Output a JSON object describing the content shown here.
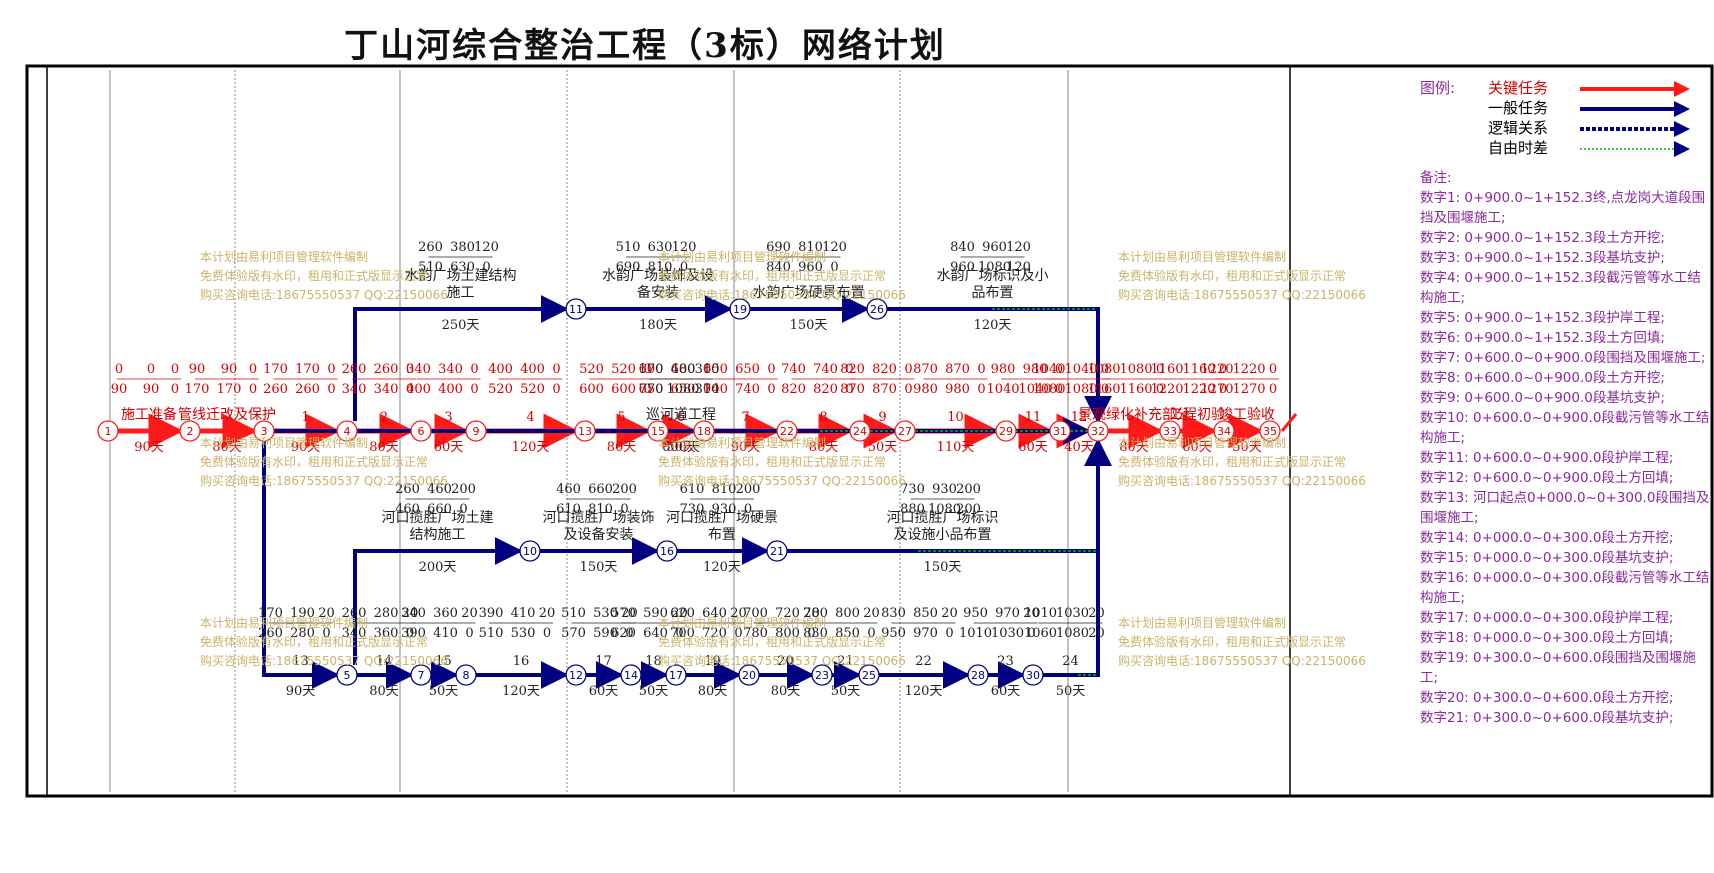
{
  "title": "丁山河综合整治工程（3标）网络计划",
  "legend": {
    "heading": "图例:",
    "items": [
      {
        "label": "关键任务",
        "color": "#ff1a1a"
      },
      {
        "label": "一般任务",
        "color": "#000080"
      },
      {
        "label": "逻辑关系",
        "color": "#000080"
      },
      {
        "label": "自由时差",
        "color": "#00bb00"
      }
    ]
  },
  "notes": {
    "heading": "备注:",
    "items": [
      "数字1: 0+900.0~1+152.3终,点龙岗大道段围挡及围堰施工;",
      "数字2: 0+900.0~1+152.3段土方开挖;",
      "数字3: 0+900.0~1+152.3段基坑支护;",
      "数字4: 0+900.0~1+152.3段截污管等水工结构施工;",
      "数字5: 0+900.0~1+152.3段护岸工程;",
      "数字6: 0+900.0~1+152.3段土方回填;",
      "数字7: 0+600.0~0+900.0段围挡及围堰施工;",
      "数字8: 0+600.0~0+900.0段土方开挖;",
      "数字9: 0+600.0~0+900.0段基坑支护;",
      "数字10: 0+600.0~0+900.0段截污管等水工结构施工;",
      "数字11: 0+600.0~0+900.0段护岸工程;",
      "数字12: 0+600.0~0+900.0段土方回填;",
      "数字13: 河口起点0+000.0~0+300.0段围挡及围堰施工;",
      "数字14: 0+000.0~0+300.0段土方开挖;",
      "数字15: 0+000.0~0+300.0段基坑支护;",
      "数字16: 0+000.0~0+300.0段截污管等水工结构施工;",
      "数字17: 0+000.0~0+300.0段护岸工程;",
      "数字18: 0+000.0~0+300.0段土方回填;",
      "数字19: 0+300.0~0+600.0段围挡及围堰施工;",
      "数字20: 0+300.0~0+600.0段土方开挖;",
      "数字21: 0+300.0~0+600.0段基坑支护;"
    ]
  },
  "watermark": [
    "本计划由易利项目管理软件编制",
    "免费体验版有水印，租用和正式版显示正常",
    "购买咨询电话:18675550537 QQ:22150066"
  ],
  "colors": {
    "critical": "#ff1a1a",
    "normal": "#000080",
    "float": "#00bb00",
    "node_text": "#d40000",
    "frame": "#000000"
  },
  "nodes": [
    {
      "id": "1",
      "critical": true
    },
    {
      "id": "2",
      "critical": true
    },
    {
      "id": "3",
      "critical": true
    },
    {
      "id": "4",
      "critical": true
    },
    {
      "id": "5",
      "critical": false
    },
    {
      "id": "6",
      "critical": true
    },
    {
      "id": "7",
      "critical": false
    },
    {
      "id": "8",
      "critical": false
    },
    {
      "id": "9",
      "critical": true
    },
    {
      "id": "10",
      "critical": false
    },
    {
      "id": "11",
      "critical": false
    },
    {
      "id": "12",
      "critical": false
    },
    {
      "id": "13",
      "critical": true
    },
    {
      "id": "14",
      "critical": false
    },
    {
      "id": "15",
      "critical": true
    },
    {
      "id": "16",
      "critical": false
    },
    {
      "id": "17",
      "critical": false
    },
    {
      "id": "18",
      "critical": true
    },
    {
      "id": "19",
      "critical": false
    },
    {
      "id": "20",
      "critical": false
    },
    {
      "id": "21",
      "critical": false
    },
    {
      "id": "22",
      "critical": true
    },
    {
      "id": "23",
      "critical": false
    },
    {
      "id": "24",
      "critical": true
    },
    {
      "id": "25",
      "critical": false
    },
    {
      "id": "26",
      "critical": false
    },
    {
      "id": "27",
      "critical": true
    },
    {
      "id": "28",
      "critical": false
    },
    {
      "id": "29",
      "critical": true
    },
    {
      "id": "30",
      "critical": false
    },
    {
      "id": "31",
      "critical": true
    },
    {
      "id": "32",
      "critical": true
    },
    {
      "id": "33",
      "critical": true
    },
    {
      "id": "34",
      "critical": true
    },
    {
      "id": "35",
      "critical": true
    }
  ],
  "tasks": [
    {
      "from": "1",
      "to": "2",
      "name": "施工准备",
      "duration": "90天",
      "critical": true,
      "times": [
        "0",
        "0",
        "0",
        "90",
        "90",
        "0"
      ]
    },
    {
      "from": "2",
      "to": "3",
      "name": "管线迁改及保护",
      "duration": "80天",
      "critical": true,
      "times": [
        "90",
        "90",
        "0",
        "170",
        "170",
        "0"
      ]
    },
    {
      "from": "3",
      "to": "4",
      "name": "1",
      "duration": "90天",
      "critical": true,
      "times": [
        "170",
        "170",
        "0",
        "260",
        "260",
        "0"
      ]
    },
    {
      "from": "4",
      "to": "6",
      "name": "2",
      "duration": "80天",
      "critical": true,
      "times": [
        "260",
        "260",
        "0",
        "340",
        "340",
        "0"
      ]
    },
    {
      "from": "6",
      "to": "9",
      "name": "3",
      "duration": "60天",
      "critical": true,
      "times": [
        "340",
        "340",
        "0",
        "400",
        "400",
        "0"
      ]
    },
    {
      "from": "9",
      "to": "13",
      "name": "4",
      "duration": "120天",
      "critical": true,
      "times": [
        "400",
        "400",
        "0",
        "520",
        "520",
        "0"
      ]
    },
    {
      "from": "13",
      "to": "15",
      "name": "5",
      "duration": "80天",
      "critical": true,
      "times": [
        "520",
        "520",
        "0",
        "600",
        "600",
        "0"
      ]
    },
    {
      "from": "15",
      "to": "18",
      "name": "6",
      "duration": "50天",
      "critical": true,
      "times": [
        "600",
        "600",
        "0",
        "650",
        "650",
        "0"
      ]
    },
    {
      "from": "18",
      "to": "22",
      "name": "7",
      "duration": "90天",
      "critical": true,
      "times": [
        "650",
        "650",
        "0",
        "740",
        "740",
        "0"
      ]
    },
    {
      "from": "22",
      "to": "24",
      "name": "8",
      "duration": "80天",
      "critical": true,
      "times": [
        "740",
        "740",
        "0",
        "820",
        "820",
        "0"
      ]
    },
    {
      "from": "24",
      "to": "27",
      "name": "9",
      "duration": "50天",
      "critical": true,
      "times": [
        "820",
        "820",
        "0",
        "870",
        "870",
        "0"
      ]
    },
    {
      "from": "27",
      "to": "29",
      "name": "10",
      "duration": "110天",
      "critical": true,
      "times": [
        "870",
        "870",
        "0",
        "980",
        "980",
        "0"
      ]
    },
    {
      "from": "29",
      "to": "31",
      "name": "11",
      "duration": "60天",
      "critical": true,
      "times": [
        "980",
        "980",
        "0",
        "1040",
        "1040",
        "0"
      ]
    },
    {
      "from": "31",
      "to": "32",
      "name": "12",
      "duration": "40天",
      "critical": true,
      "times": [
        "1040",
        "1040",
        "0",
        "1080",
        "1080",
        "0"
      ]
    },
    {
      "from": "32",
      "to": "33",
      "name": "景观绿化补充部分",
      "duration": "80天",
      "critical": true,
      "times": [
        "1080",
        "1080",
        "0",
        "1160",
        "1160",
        "0"
      ]
    },
    {
      "from": "33",
      "to": "34",
      "name": "工程初验",
      "duration": "60天",
      "critical": true,
      "times": [
        "1160",
        "1160",
        "0",
        "1220",
        "1220",
        "0"
      ]
    },
    {
      "from": "34",
      "to": "35",
      "name": "竣工验收",
      "duration": "50天",
      "critical": true,
      "times": [
        "1220",
        "1220",
        "0",
        "1270",
        "1270",
        "0"
      ]
    },
    {
      "from": "3",
      "to": "32",
      "name": "巡河道工程",
      "duration": "600天",
      "critical": false,
      "times": [
        "170",
        "480",
        "310",
        "770",
        "1080",
        "310"
      ]
    },
    {
      "from": "4",
      "to": "11",
      "name": "水韵广场土建结构施工",
      "duration": "250天",
      "critical": false,
      "times": [
        "260",
        "380",
        "120",
        "510",
        "630",
        "0"
      ]
    },
    {
      "from": "11",
      "to": "19",
      "name": "水韵广场装饰及设备安装",
      "duration": "180天",
      "critical": false,
      "times": [
        "510",
        "630",
        "120",
        "690",
        "810",
        "0"
      ]
    },
    {
      "from": "19",
      "to": "26",
      "name": "水韵广场硬景布置",
      "duration": "150天",
      "critical": false,
      "times": [
        "690",
        "810",
        "120",
        "840",
        "960",
        "0"
      ]
    },
    {
      "from": "26",
      "to": "32",
      "name": "水韵广场标识及小品布置",
      "duration": "120天",
      "critical": false,
      "times": [
        "840",
        "960",
        "120",
        "960",
        "1080",
        "120"
      ]
    },
    {
      "from": "5",
      "to": "10",
      "name": "河口揽胜广场土建结构施工",
      "duration": "200天",
      "critical": false,
      "times": [
        "260",
        "460",
        "200",
        "460",
        "660",
        "0"
      ]
    },
    {
      "from": "10",
      "to": "16",
      "name": "河口揽胜广场装饰及设备安装",
      "duration": "150天",
      "critical": false,
      "times": [
        "460",
        "660",
        "200",
        "610",
        "810",
        "0"
      ]
    },
    {
      "from": "16",
      "to": "21",
      "name": "河口揽胜广场硬景布置",
      "duration": "120天",
      "critical": false,
      "times": [
        "610",
        "810",
        "200",
        "730",
        "930",
        "0"
      ]
    },
    {
      "from": "21",
      "to": "32",
      "name": "河口揽胜广场标识及设施小品布置",
      "duration": "150天",
      "critical": false,
      "times": [
        "730",
        "930",
        "200",
        "880",
        "1080",
        "200"
      ]
    },
    {
      "from": "3",
      "to": "5",
      "name": "13",
      "duration": "90天",
      "critical": false,
      "times": [
        "170",
        "190",
        "20",
        "260",
        "280",
        "0"
      ]
    },
    {
      "from": "5",
      "to": "7",
      "name": "14",
      "duration": "80天",
      "critical": false,
      "times": [
        "260",
        "280",
        "20",
        "340",
        "360",
        "0"
      ]
    },
    {
      "from": "7",
      "to": "8",
      "name": "15",
      "duration": "50天",
      "critical": false,
      "times": [
        "340",
        "360",
        "20",
        "390",
        "410",
        "0"
      ]
    },
    {
      "from": "8",
      "to": "12",
      "name": "16",
      "duration": "120天",
      "critical": false,
      "times": [
        "390",
        "410",
        "20",
        "510",
        "530",
        "0"
      ]
    },
    {
      "from": "12",
      "to": "14",
      "name": "17",
      "duration": "60天",
      "critical": false,
      "times": [
        "510",
        "530",
        "20",
        "570",
        "590",
        "0"
      ]
    },
    {
      "from": "14",
      "to": "17",
      "name": "18",
      "duration": "50天",
      "critical": false,
      "times": [
        "570",
        "590",
        "20",
        "620",
        "640",
        "0"
      ]
    },
    {
      "from": "17",
      "to": "20",
      "name": "19",
      "duration": "80天",
      "critical": false,
      "times": [
        "620",
        "640",
        "20",
        "700",
        "720",
        "0"
      ]
    },
    {
      "from": "20",
      "to": "23",
      "name": "20",
      "duration": "80天",
      "critical": false,
      "times": [
        "700",
        "720",
        "20",
        "780",
        "800",
        "0"
      ]
    },
    {
      "from": "23",
      "to": "25",
      "name": "21",
      "duration": "50天",
      "critical": false,
      "times": [
        "780",
        "800",
        "20",
        "830",
        "850",
        "0"
      ]
    },
    {
      "from": "25",
      "to": "28",
      "name": "22",
      "duration": "120天",
      "critical": false,
      "times": [
        "830",
        "850",
        "20",
        "950",
        "970",
        "0"
      ]
    },
    {
      "from": "28",
      "to": "30",
      "name": "23",
      "duration": "60天",
      "critical": false,
      "times": [
        "950",
        "970",
        "20",
        "1010",
        "1030",
        "0"
      ]
    },
    {
      "from": "30",
      "to": "32",
      "name": "24",
      "duration": "50天",
      "critical": false,
      "times": [
        "1010",
        "1030",
        "20",
        "1060",
        "1080",
        "20"
      ]
    }
  ]
}
